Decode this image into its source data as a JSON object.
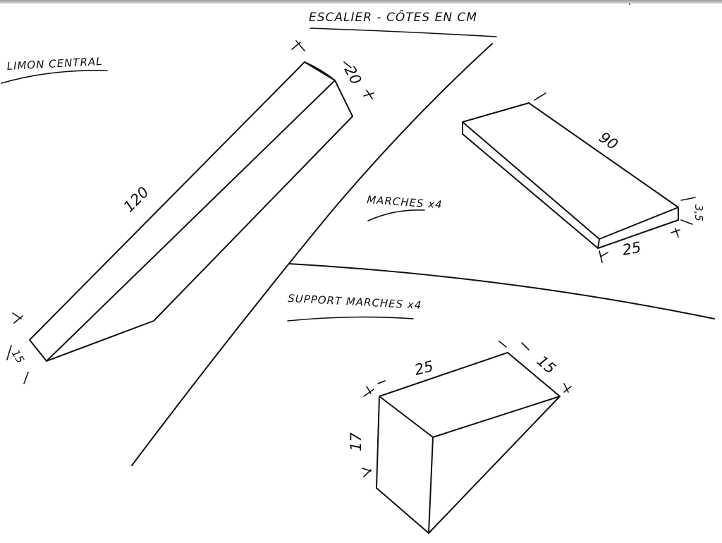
{
  "title": "ESCALIER - CÔTES EN CM",
  "parts": {
    "limon": {
      "label": "LIMON CENTRAL",
      "length": "120",
      "width": "20",
      "end_height": "15"
    },
    "marches": {
      "label": "MARCHES x4",
      "length": "90",
      "depth": "25",
      "thickness": "3,5"
    },
    "support": {
      "label": "SUPPORT MARCHES x4",
      "length": "25",
      "width": "15",
      "height": "17"
    }
  },
  "colors": {
    "ink": "#111111",
    "paper": "#ffffff"
  }
}
